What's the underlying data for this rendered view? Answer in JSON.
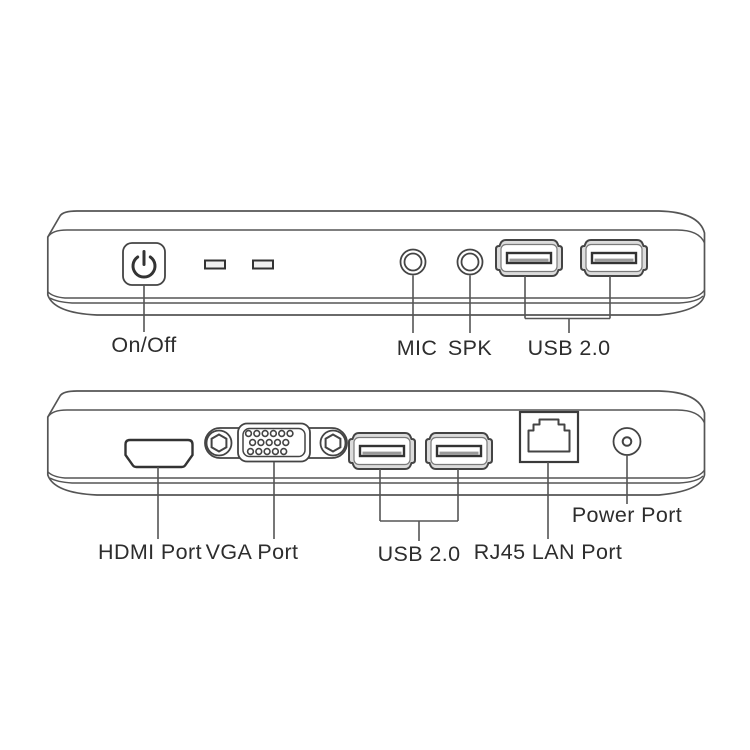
{
  "diagram": {
    "colors": {
      "background": "#ffffff",
      "device_outline": "#555555",
      "port_outline": "#333333",
      "text": "#2d2d2d"
    },
    "top_view": {
      "labels": {
        "power": "On/Off",
        "mic": "MIC",
        "spk": "SPK",
        "usb": "USB 2.0"
      }
    },
    "bottom_view": {
      "labels": {
        "hdmi": "HDMI Port",
        "vga": "VGA Port",
        "usb": "USB 2.0",
        "lan": "RJ45 LAN Port",
        "power": "Power Port"
      }
    }
  }
}
